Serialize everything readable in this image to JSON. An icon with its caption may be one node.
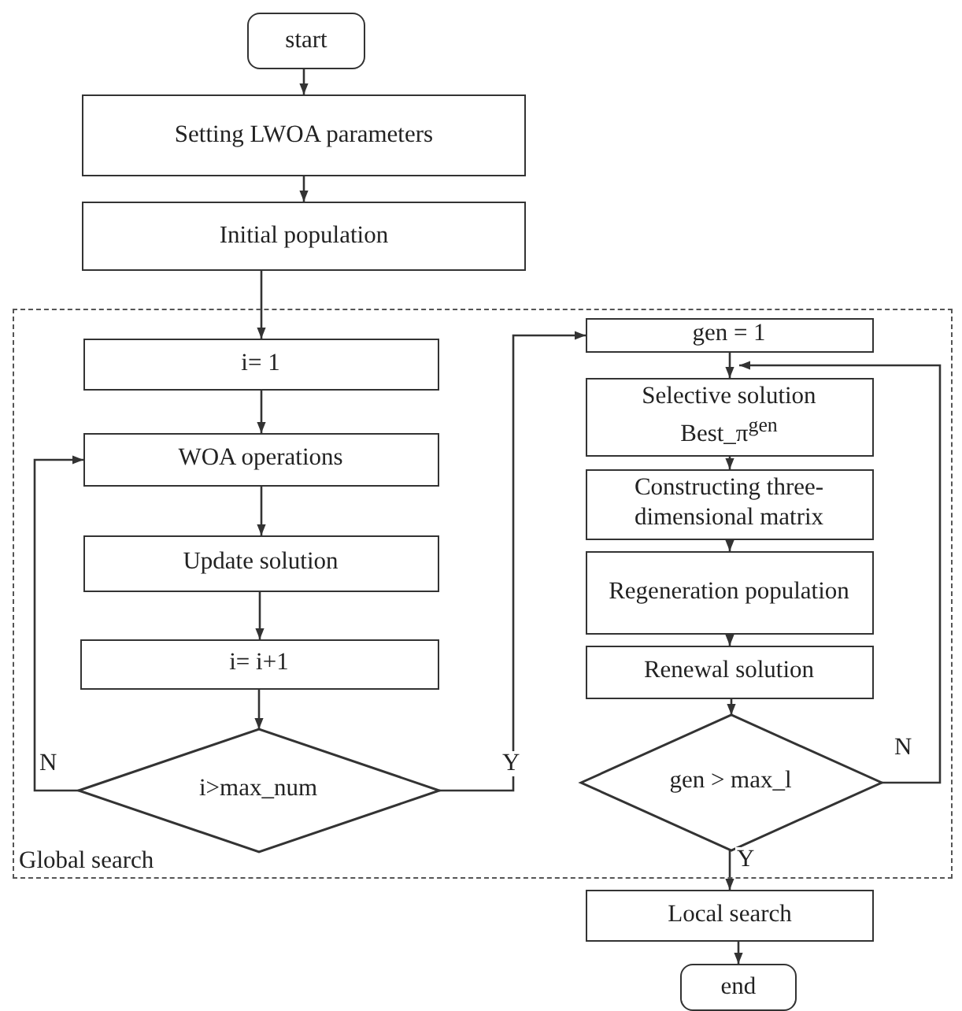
{
  "diagram": {
    "nodes": [
      {
        "text": [
          "start"
        ]
      },
      {
        "text": [
          "Setting LWOA parameters"
        ]
      },
      {
        "text": [
          "Initial population"
        ]
      },
      {
        "text": [
          "Global search"
        ]
      },
      {
        "text": [
          "i= 1"
        ],
        "in": 3
      },
      {
        "text": [
          "WOA operations"
        ],
        "in": 3
      },
      {
        "text": [
          "Update solution"
        ],
        "in": 3
      },
      {
        "text": [
          "i= i+1"
        ],
        "in": 3
      },
      {
        "text": [
          "i>max_num"
        ],
        "in": 3
      },
      {
        "text": [
          "gen = 1"
        ],
        "in": 3
      },
      {
        "text": [
          "Selective solution Best_π$^{gen}$"
        ],
        "in": 3
      },
      {
        "text": [
          "Constructing three-dimensional matrix"
        ],
        "in": 3
      },
      {
        "text": [
          "Regeneration population"
        ],
        "in": 3
      },
      {
        "text": [
          "Renewal solution"
        ],
        "in": 3
      },
      {
        "text": [
          "gen > max_l"
        ],
        "in": 3
      },
      {
        "text": [
          "Local search"
        ]
      },
      {
        "text": [
          "end"
        ]
      }
    ],
    "edges": [
      {
        "from": 0,
        "to": 1,
        "arrow": "to"
      },
      {
        "from": 1,
        "to": 2,
        "arrow": "to"
      },
      {
        "from": 2,
        "to": 4,
        "arrow": "to"
      },
      {
        "from": 4,
        "to": 5,
        "arrow": "to"
      },
      {
        "from": 5,
        "to": 6,
        "arrow": "to"
      },
      {
        "from": 6,
        "to": 7,
        "arrow": "to"
      },
      {
        "from": 7,
        "to": 8,
        "arrow": "to"
      },
      {
        "from": 8,
        "to": 5,
        "arrow": "to",
        "label": "N"
      },
      {
        "from": 8,
        "to": 9,
        "arrow": "to",
        "label": "Y"
      },
      {
        "from": 9,
        "to": 10,
        "arrow": "to"
      },
      {
        "from": 10,
        "to": 11,
        "arrow": "to"
      },
      {
        "from": 11,
        "to": 12,
        "arrow": "to"
      },
      {
        "from": 12,
        "to": 13,
        "arrow": "to"
      },
      {
        "from": 13,
        "to": 14,
        "arrow": "to"
      },
      {
        "from": 14,
        "to": 10,
        "arrow": "to",
        "label": "N"
      },
      {
        "from": 14,
        "to": 15,
        "arrow": "to",
        "label": "Y"
      },
      {
        "from": 15,
        "to": 16,
        "arrow": "to"
      }
    ]
  }
}
